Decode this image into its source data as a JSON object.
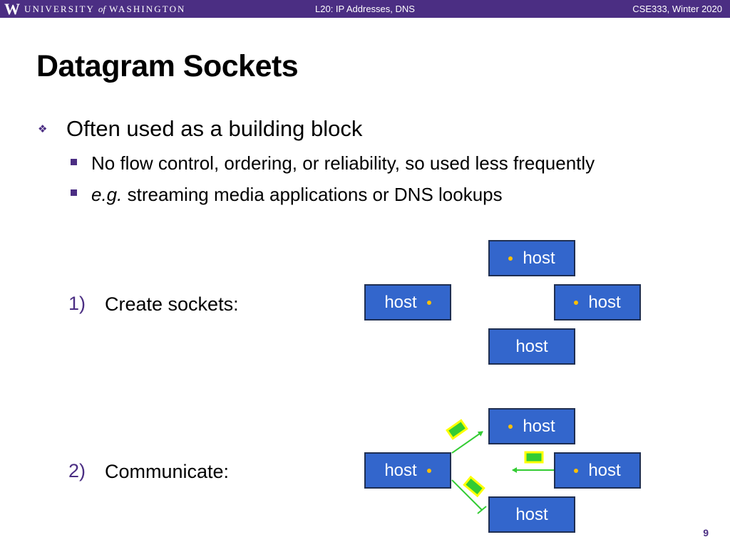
{
  "header": {
    "logo_letter": "W",
    "university_before": "UNIVERSITY",
    "university_of": "of",
    "university_after": "WASHINGTON",
    "lecture": "L20: IP Addresses, DNS",
    "course": "CSE333, Winter 2020"
  },
  "title": "Datagram Sockets",
  "bullets": {
    "main": "Often used as a building block",
    "sub1": "No flow control, ordering, or reliability, so used less frequently",
    "sub2_italic": "e.g.",
    "sub2_rest": " streaming media applications or DNS lookups"
  },
  "steps": [
    {
      "number": "1)",
      "label": "Create sockets:"
    },
    {
      "number": "2)",
      "label": "Communicate:"
    }
  ],
  "host_label": "host",
  "colors": {
    "brand": "#4b2e83",
    "host_box": "#3366cc",
    "socket_dot": "#ffc000",
    "packet": "#33cc33",
    "packet_border": "#ffff00"
  },
  "page_number": "9"
}
